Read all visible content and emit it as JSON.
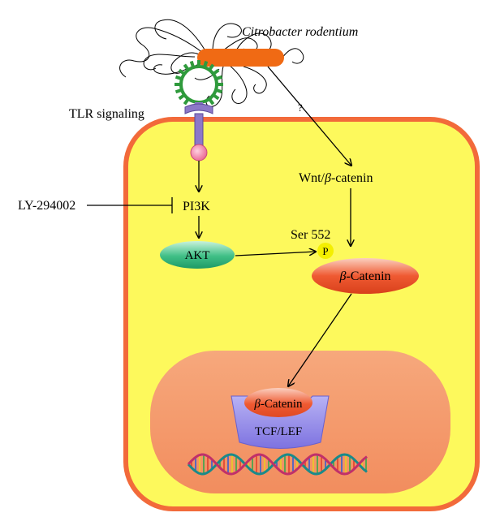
{
  "labels": {
    "bacterium": "Citrobacter rodentium",
    "tlr_signaling": "TLR signaling",
    "unknown_link": "?",
    "wnt_prefix": "Wnt/",
    "wnt_beta": "β",
    "wnt_suffix": "-catenin",
    "inhibitor": "LY-294002",
    "pi3k": "PI3K",
    "akt": "AKT",
    "phospho_site": "Ser 552",
    "phospho_p": "P",
    "beta_catenin_cyto_beta": "β",
    "beta_catenin_cyto_suffix": "-Catenin",
    "beta_catenin_nuc_beta": "β",
    "beta_catenin_nuc_suffix": "-Catenin",
    "tcf_lef": "TCF/LEF"
  },
  "colors": {
    "cell_fill": "#fdf95c",
    "cell_border": "#f26a3a",
    "nucleus_fill": "#f49a6b",
    "akt_green": "#3fbf86",
    "catenin_red": "#ef5a32",
    "tcf_purple": "#8e84e8",
    "receptor_green": "#2f9a3c",
    "receptor_purple": "#8c78c8",
    "receptor_pink": "#f07aa0",
    "bacterium_orange": "#f06a14",
    "phospho_yellow": "#f4ef00"
  }
}
